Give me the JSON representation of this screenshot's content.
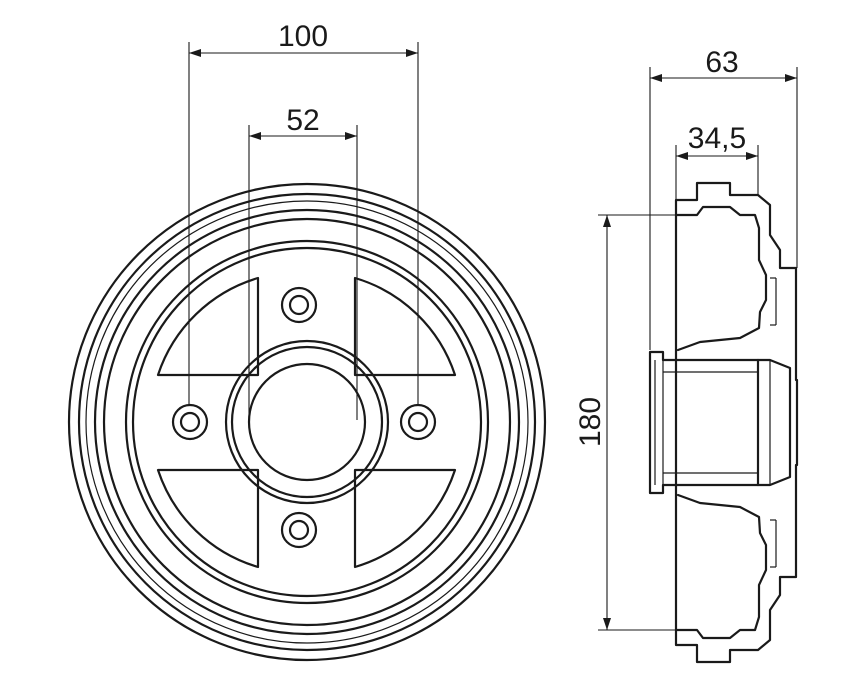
{
  "dimensions": {
    "bolt_circle": "100",
    "center_bore": "52",
    "overall_width": "63",
    "hub_offset": "34,5",
    "drum_diameter": "180"
  },
  "colors": {
    "line": "#1a1a1a",
    "background": "#ffffff"
  }
}
